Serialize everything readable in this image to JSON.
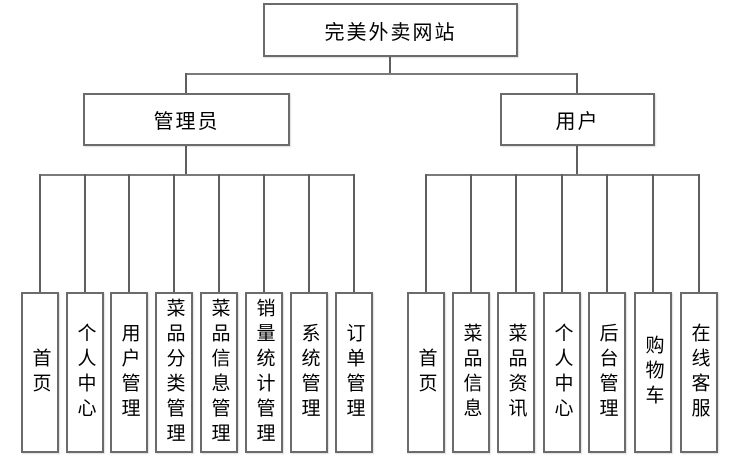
{
  "diagram": {
    "root": {
      "label": "完美外卖网站"
    },
    "branches": [
      {
        "label": "管理员",
        "children": [
          {
            "label": "首页"
          },
          {
            "label": "个人中心"
          },
          {
            "label": "用户管理"
          },
          {
            "label": "菜品分类管理"
          },
          {
            "label": "菜品信息管理"
          },
          {
            "label": "销量统计管理"
          },
          {
            "label": "系统管理"
          },
          {
            "label": "订单管理"
          }
        ]
      },
      {
        "label": "用户",
        "children": [
          {
            "label": "首页"
          },
          {
            "label": "菜品信息"
          },
          {
            "label": "菜品资讯"
          },
          {
            "label": "个人中心"
          },
          {
            "label": "后台管理"
          },
          {
            "label": "购物车"
          },
          {
            "label": "在线客服"
          }
        ]
      }
    ]
  },
  "colors": {
    "box_border": "#6b6b6b",
    "connector": "#5f5f5f",
    "background": "#ffffff",
    "text": "#000000"
  }
}
